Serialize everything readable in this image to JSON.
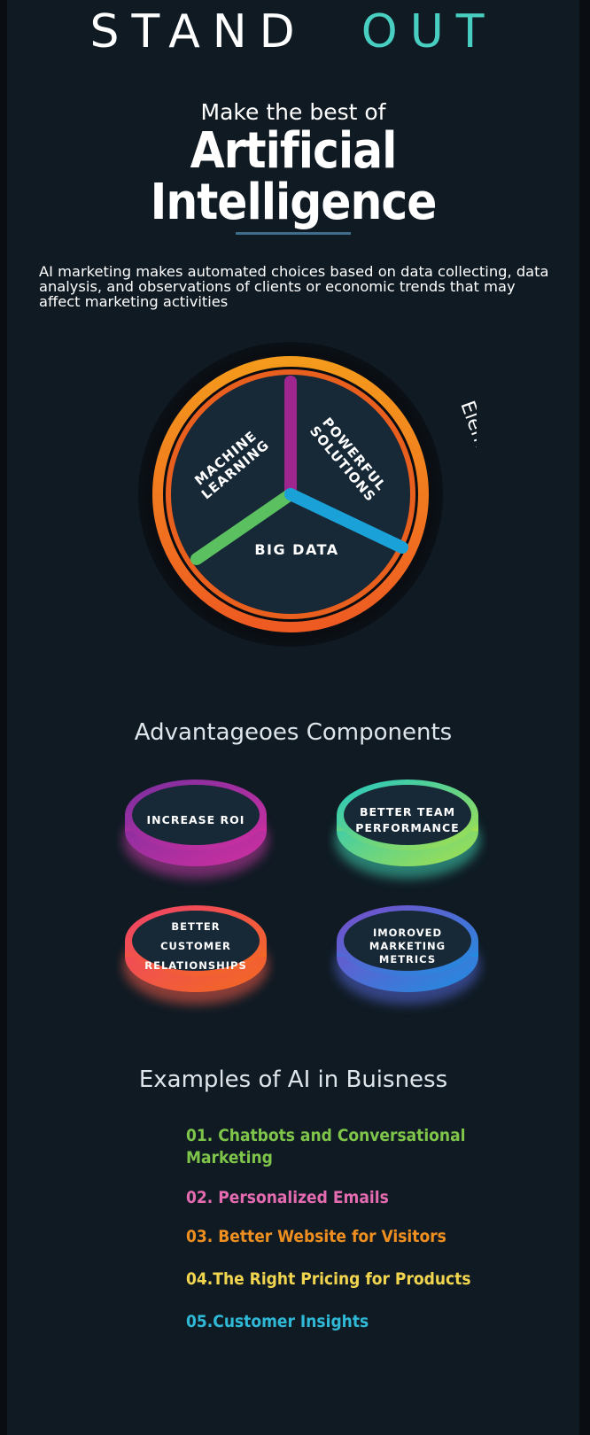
{
  "brand": {
    "logo_text_1": "STAND",
    "logo_text_2": "OUT"
  },
  "hero": {
    "subtitle": "Make the best of",
    "headline_line1": "Artificial",
    "headline_line2": "Intelligence",
    "intro": "AI marketing makes automated choices based on data collecting, data analysis, and observations of clients or economic trends that may affect marketing activities"
  },
  "elements": {
    "caption": "Elements of AI",
    "segments": [
      "MACHINE LEARNING",
      "POWERFUL SOLUTIONS",
      "BIG DATA"
    ],
    "colors": {
      "ring": "#f2821c",
      "purple": "#a0268f",
      "green": "#5bc060",
      "blue": "#1aa2d8"
    }
  },
  "advantages": {
    "title": "Advantageoes Components",
    "items": [
      {
        "line1": "INCREASE ROI",
        "line2": "",
        "color_a": "#7a2fa0",
        "color_b": "#d02fa0"
      },
      {
        "line1": "BETTER TEAM",
        "line2": "PERFORMANCE",
        "color_a": "#22c7c3",
        "color_b": "#a7e04a"
      },
      {
        "line1": "BETTER CUSTOMER",
        "line2": "RELATIONSHIPS",
        "color_a": "#f0426a",
        "color_b": "#f26a1f"
      },
      {
        "line1": "IMOROVED",
        "line2": "MARKETING",
        "line3": "METRICS",
        "color_a": "#7b4bc9",
        "color_b": "#1e8fe0"
      }
    ]
  },
  "examples": {
    "title": "Examples of AI in Buisness",
    "items": [
      {
        "line1": "01. Chatbots and Conversational",
        "line2": "Marketing",
        "color": "#7ec54a"
      },
      {
        "line1": "02. Personalized Emails",
        "line2": "",
        "color": "#e56bb1"
      },
      {
        "line1": "03. Better Website for Visitors",
        "line2": "",
        "color": "#ef8f1f"
      },
      {
        "line1": "04.The Right Pricing for Products",
        "line2": "",
        "color": "#f1d54f"
      },
      {
        "line1": "05.Customer Insights",
        "line2": "",
        "color": "#2fb9d6"
      }
    ]
  }
}
